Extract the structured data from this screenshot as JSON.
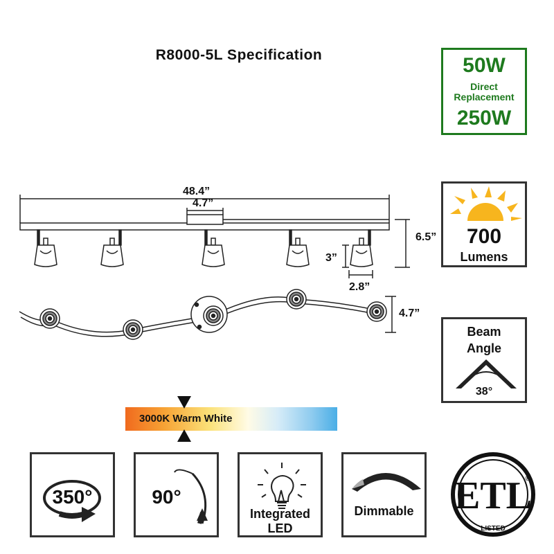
{
  "title": "R8000-5L Specification",
  "replacement": {
    "watt": "50W",
    "line1": "Direct",
    "line2": "Replacement",
    "equivalent": "250W",
    "color": "#1e7a1e"
  },
  "lumens": {
    "value": "700",
    "label": "Lumens",
    "sun_color": "#f7b51e"
  },
  "beam": {
    "line1": "Beam",
    "line2": "Angle",
    "degrees": "38°"
  },
  "dimensions": {
    "length": "48.4”",
    "canopy": "4.7”",
    "height": "6.5”",
    "head_height": "3”",
    "head_width": "2.8”",
    "curve_depth": "4.7”"
  },
  "color_temp": {
    "label": "3000K Warm White"
  },
  "features": {
    "rotation": "350°",
    "tilt": "90°",
    "led_line1": "Integrated",
    "led_line2": "LED",
    "dimmable": "Dimmable"
  },
  "cert": {
    "mark": "ETL",
    "listed": "LISTED"
  }
}
